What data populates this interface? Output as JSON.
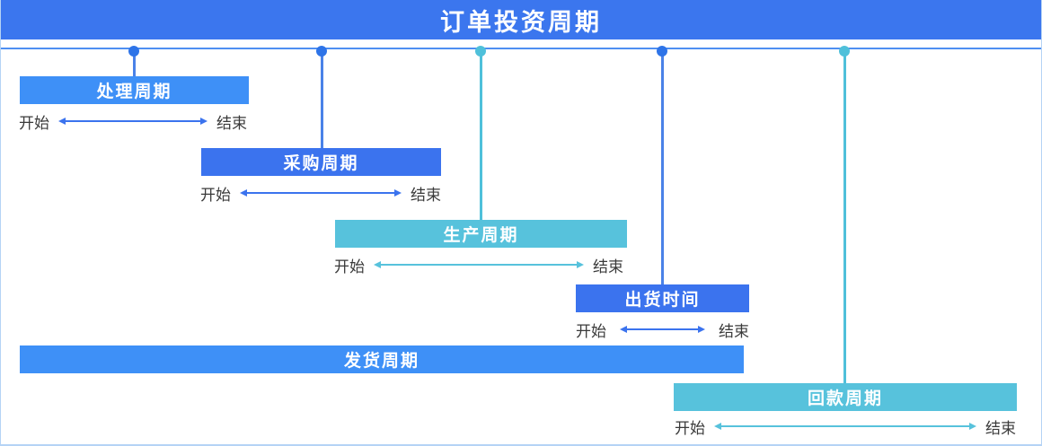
{
  "title": "订单投资周期",
  "colors": {
    "header": "#3b76ee",
    "royal": "#3b73ee",
    "blueLight": "#3e90f7",
    "teal": "#57c2dc",
    "line": "#4e8ff2",
    "dotBlue": "#2e74e8",
    "dotTeal": "#4fc0da",
    "stemBlue": "#4a82e8",
    "text": "#3a3a3a",
    "border": "#b5d3f5"
  },
  "cycles": [
    {
      "label": "处理周期",
      "start_label": "开始",
      "end_label": "结束"
    },
    {
      "label": "采购周期",
      "start_label": "开始",
      "end_label": "结束"
    },
    {
      "label": "生产周期",
      "start_label": "开始",
      "end_label": "结束"
    },
    {
      "label": "出货时间",
      "start_label": "开始",
      "end_label": "结束"
    },
    {
      "label": "发货周期"
    },
    {
      "label": "回款周期",
      "start_label": "开始",
      "end_label": "结束"
    }
  ]
}
